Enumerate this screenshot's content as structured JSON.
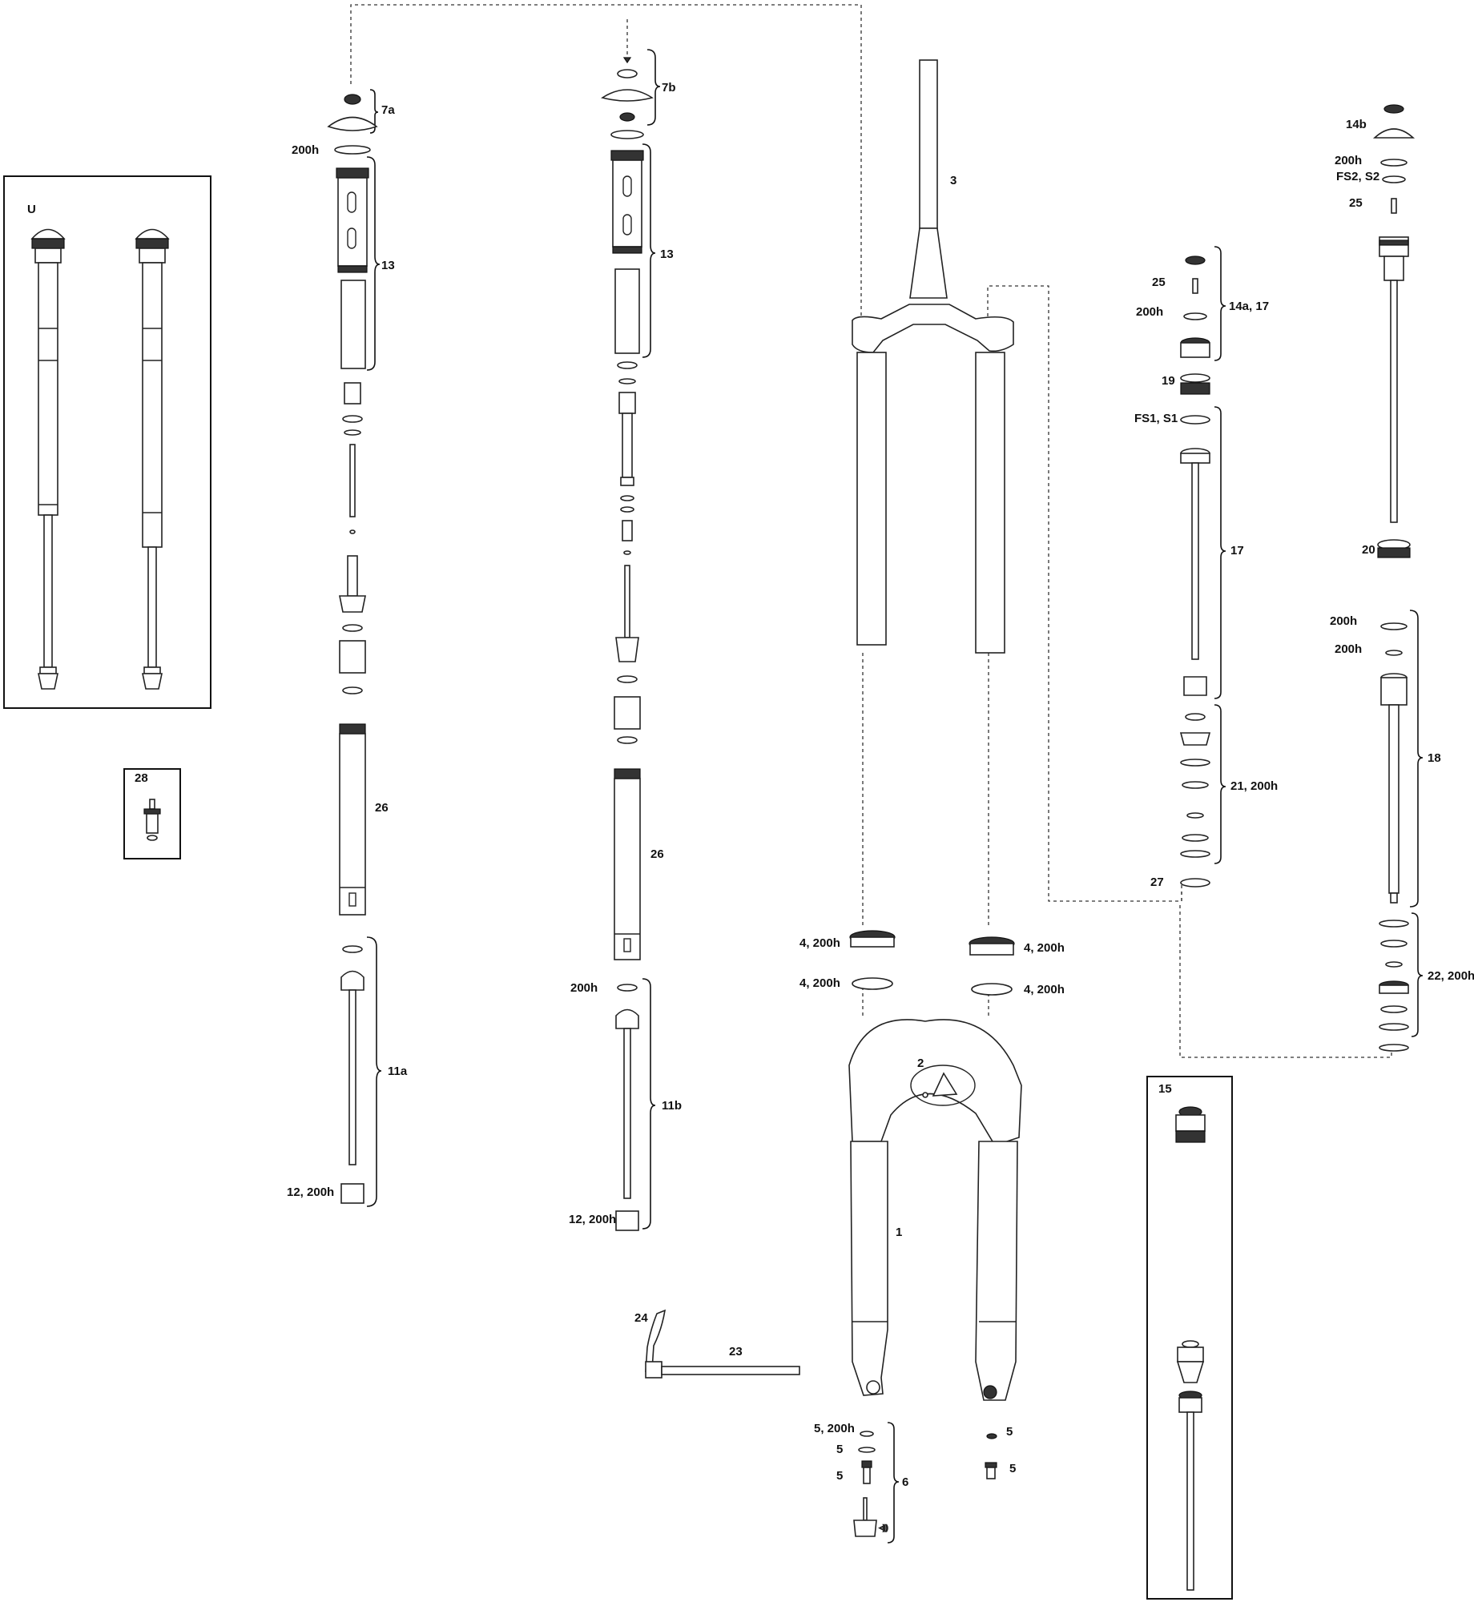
{
  "callouts": {
    "u": "U",
    "c28": "28",
    "c7a": "7a",
    "c200h_a": "200h",
    "c13_a": "13",
    "c26_a": "26",
    "c11a": "11a",
    "c12_a": "12, 200h",
    "c7b": "7b",
    "c13_b": "13",
    "c26_b": "26",
    "c200h_b": "200h",
    "c11b": "11b",
    "c12_b": "12, 200h",
    "c3": "3",
    "c4_tl": "4, 200h",
    "c4_bl": "4, 200h",
    "c4_tr": "4, 200h",
    "c4_br": "4, 200h",
    "c2": "2",
    "c1": "1",
    "c24": "24",
    "c23": "23",
    "c5_200h": "5, 200h",
    "c5_a": "5",
    "c5_b": "5",
    "c6": "6",
    "c5_c": "5",
    "c5_d": "5",
    "c25_a": "25",
    "c200h_c": "200h",
    "c14a": "14a, 17",
    "c19": "19",
    "fs1": "FS1, S1",
    "c17": "17",
    "c21": "21, 200h",
    "c27": "27",
    "c14b": "14b",
    "c200h_d": "200h",
    "fs2": "FS2, S2",
    "c25_b": "25",
    "c20": "20",
    "c200h_e": "200h",
    "c200h_f": "200h",
    "c18": "18",
    "c22": "22, 200h",
    "c15": "15"
  }
}
